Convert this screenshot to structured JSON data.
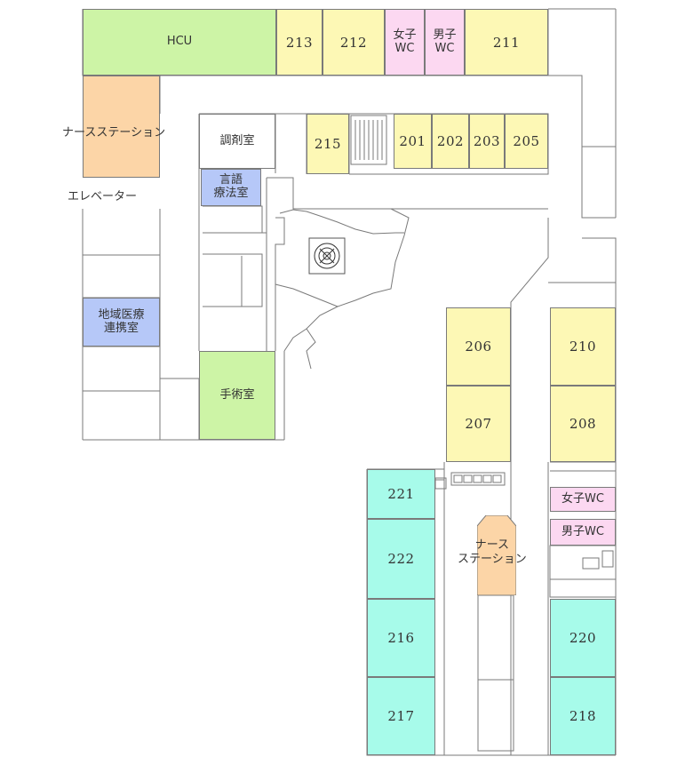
{
  "rooms": {
    "hcu": "HCU",
    "r213": "213",
    "r212": "212",
    "wc_women_top": "女子\nWC",
    "wc_men_top": "男子\nWC",
    "r211": "211",
    "nurse_station_top": "ナースステーション",
    "elevator": "エレベーター",
    "pharmacy": "調剤室",
    "speech_therapy": "言語\n療法室",
    "r215": "215",
    "r201": "201",
    "r202": "202",
    "r203": "203",
    "r205": "205",
    "regional_medical": "地域医療\n連携室",
    "operating_room": "手術室",
    "r206": "206",
    "r207": "207",
    "r210": "210",
    "r208": "208",
    "r221": "221",
    "r222": "222",
    "r216": "216",
    "r217": "217",
    "nurse_station_bottom": "ナース\nステーション",
    "wc_women_bottom": "女子WC",
    "wc_men_bottom": "男子WC",
    "r220": "220",
    "r218": "218"
  },
  "colors": {
    "patient_room": "#fdf8b5",
    "hcu": "#cdf4a6",
    "wc": "#fcd8f1",
    "nurse_station": "#fcd5a7",
    "office": "#b6c8f8",
    "patient_room_south": "#a7fbea",
    "wall": "#7a7a7a"
  }
}
